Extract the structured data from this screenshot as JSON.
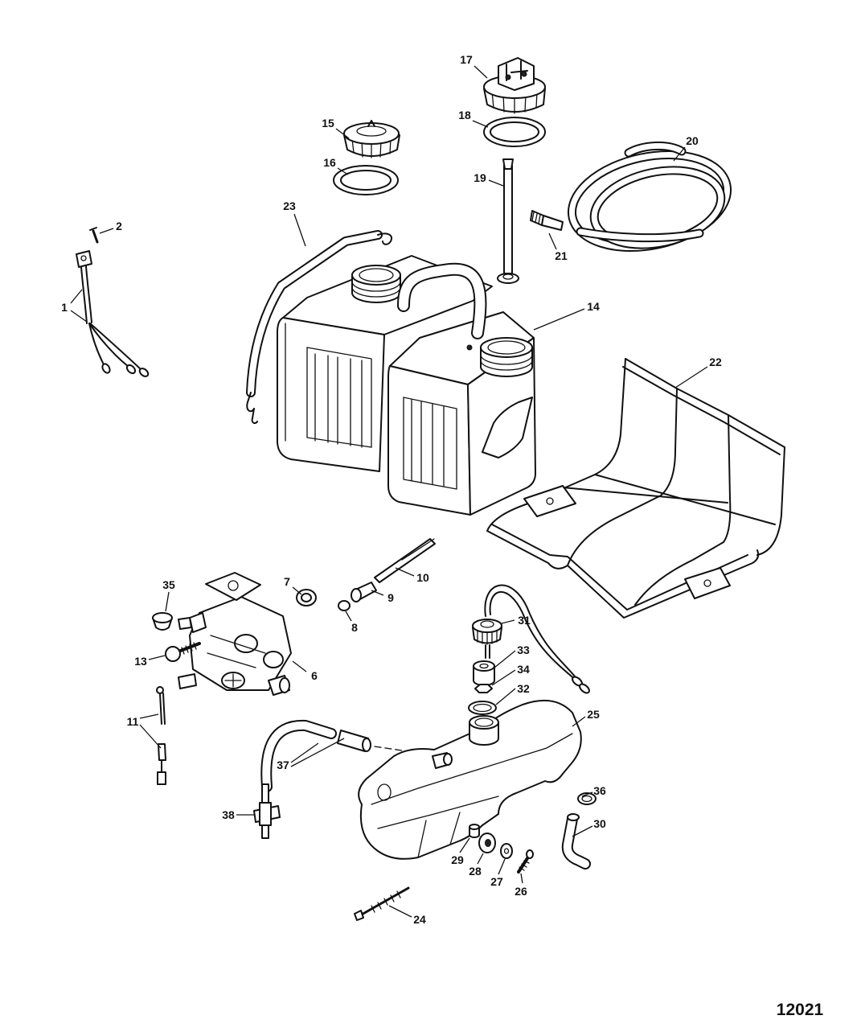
{
  "figure_number": "12021",
  "callouts": {
    "p1": "1",
    "p2": "2",
    "p6": "6",
    "p7": "7",
    "p8": "8",
    "p9": "9",
    "p10": "10",
    "p11": "11",
    "p13": "13",
    "p14": "14",
    "p15": "15",
    "p16": "16",
    "p17": "17",
    "p18": "18",
    "p19": "19",
    "p20": "20",
    "p21": "21",
    "p22": "22",
    "p23": "23",
    "p24": "24",
    "p25": "25",
    "p26": "26",
    "p27": "27",
    "p28": "28",
    "p29": "29",
    "p30": "30",
    "p31": "31",
    "p32": "32",
    "p33": "33",
    "p34": "34",
    "p35": "35",
    "p36": "36",
    "p37": "37",
    "p38": "38"
  }
}
